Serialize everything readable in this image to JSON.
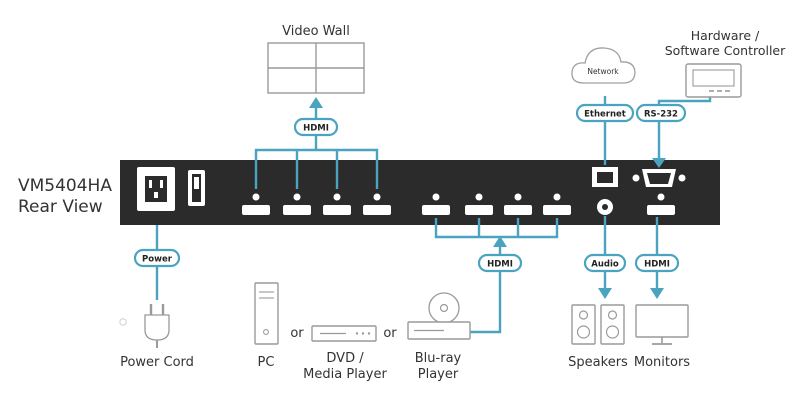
{
  "device": {
    "title_line1": "VM5404HA",
    "title_line2": "Rear View"
  },
  "labels": {
    "video_wall": "Video Wall",
    "controller_line1": "Hardware /",
    "controller_line2": "Software Controller",
    "network": "Network",
    "power_cord": "Power Cord",
    "pc": "PC",
    "or1": "or",
    "dvd_line1": "DVD /",
    "dvd_line2": "Media Player",
    "or2": "or",
    "bluray_line1": "Blu-ray",
    "bluray_line2": "Player",
    "speakers": "Speakers",
    "monitors": "Monitors"
  },
  "connections": {
    "hdmi_out": "HDMI",
    "hdmi_in": "HDMI",
    "power": "Power",
    "ethernet": "Ethernet",
    "rs232": "RS-232",
    "audio": "Audio",
    "hdmi_monitor": "HDMI"
  },
  "colors": {
    "accent": "#4aa3bf",
    "panel": "#2b2b2b",
    "text": "#333333"
  }
}
